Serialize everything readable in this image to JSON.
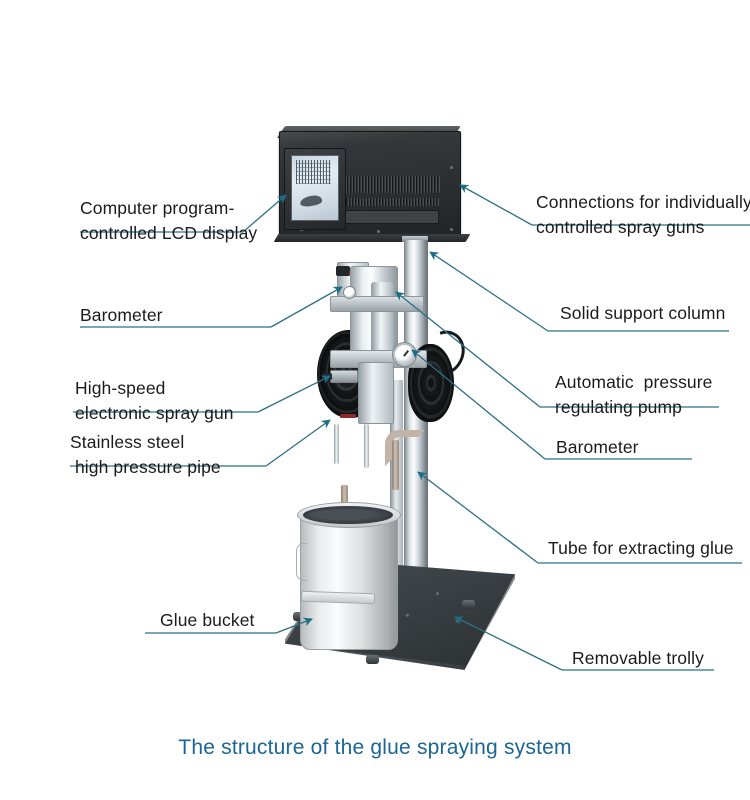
{
  "diagram": {
    "caption": "The structure of the glue spraying system",
    "caption_color": "#1a6694",
    "leader_color": "#2b7186",
    "arrow_color": "#1b6e86",
    "background": "#ffffff",
    "subject": "glue spraying system machine photograph"
  },
  "labels": {
    "left": [
      {
        "id": "lcd-display",
        "lines": [
          "Computer program-",
          "controlled LCD display"
        ],
        "text": "Computer program-\ncontrolled LCD display"
      },
      {
        "id": "barometer-upper",
        "lines": [
          "Barometer"
        ],
        "text": "Barometer"
      },
      {
        "id": "spray-gun",
        "lines": [
          "High-speed",
          "electronic spray gun"
        ],
        "text": "High-speed\nelectronic spray gun"
      },
      {
        "id": "high-pressure-pipe",
        "lines": [
          "Stainless steel",
          " high pressure pipe"
        ],
        "text": "Stainless steel\n high pressure pipe"
      },
      {
        "id": "glue-bucket",
        "lines": [
          "Glue bucket"
        ],
        "text": "Glue bucket"
      }
    ],
    "right": [
      {
        "id": "spray-gun-connections",
        "lines": [
          "Connections for individually",
          "controlled spray guns"
        ],
        "text": "Connections for individually\ncontrolled spray guns"
      },
      {
        "id": "support-column",
        "lines": [
          "Solid support column"
        ],
        "text": "Solid support column"
      },
      {
        "id": "pressure-pump",
        "lines": [
          "Automatic  pressure",
          "regulating pump"
        ],
        "text": "Automatic  pressure\nregulating pump"
      },
      {
        "id": "barometer-lower",
        "lines": [
          "Barometer"
        ],
        "text": "Barometer"
      },
      {
        "id": "glue-tube",
        "lines": [
          "Tube for extracting glue"
        ],
        "text": "Tube for extracting glue"
      },
      {
        "id": "removable-trolly",
        "lines": [
          "Removable trolly"
        ],
        "text": "Removable trolly"
      }
    ]
  }
}
